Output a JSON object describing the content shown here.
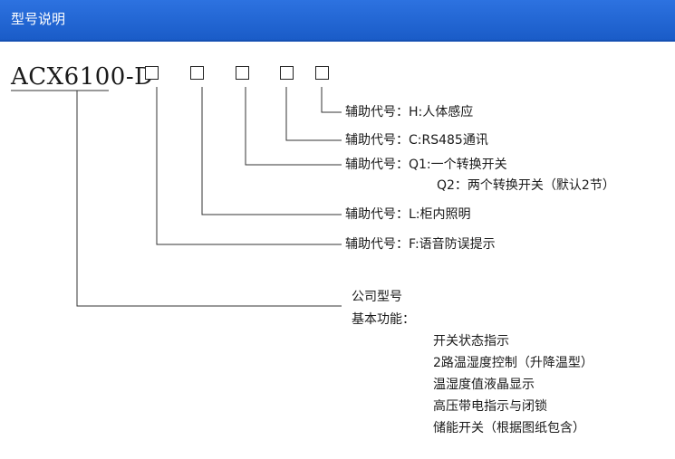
{
  "header": {
    "title": "型号说明"
  },
  "model": {
    "text": "ACX6100-D"
  },
  "labels": {
    "h": "辅助代号：H:人体感应",
    "c": "辅助代号：C:RS485通讯",
    "q1": "辅助代号：Q1:一个转换开关",
    "q2": "Q2：两个转换开关（默认2节）",
    "l": "辅助代号：L:柜内照明",
    "f": "辅助代号：F:语音防误提示",
    "company": "公司型号",
    "basic": "基本功能："
  },
  "functions": [
    "开关状态指示",
    "2路温湿度控制（升降温型）",
    "温湿度值液晶显示",
    "高压带电指示与闭锁",
    "储能开关（根据图纸包含）"
  ]
}
